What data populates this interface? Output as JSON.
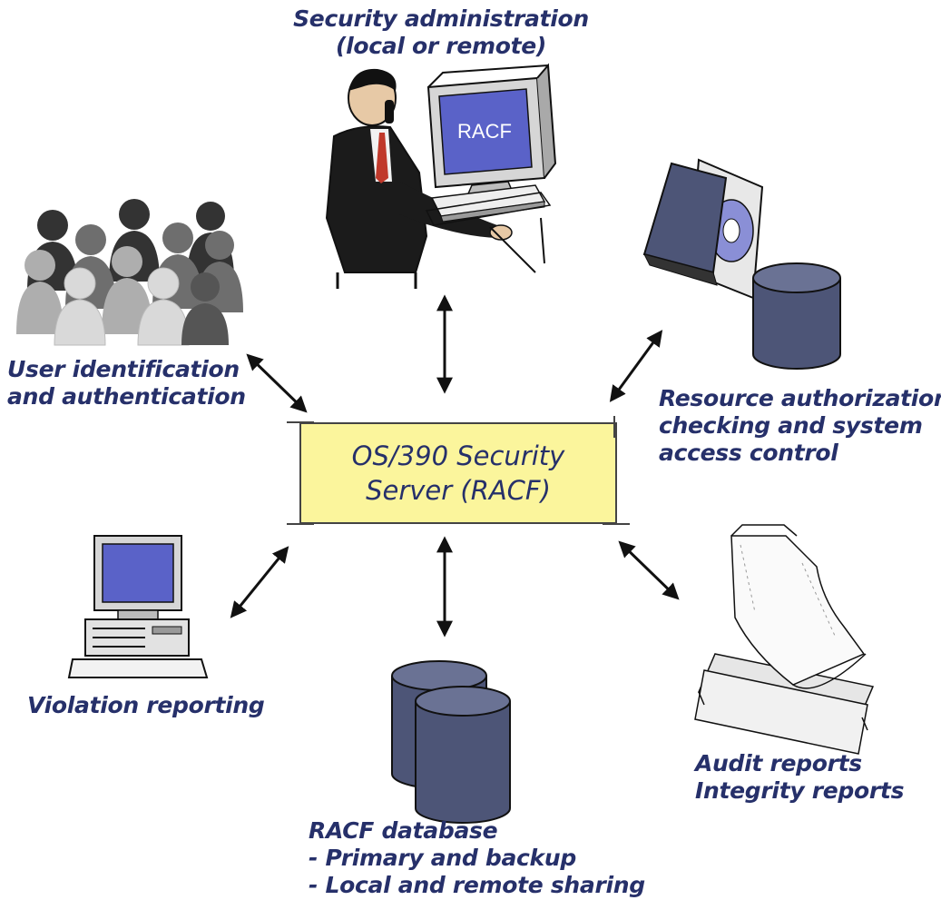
{
  "server": {
    "line1": "OS/390 Security",
    "line2": "Server (RACF)"
  },
  "admin": {
    "line1": "Security administration",
    "line2": "(local or remote)",
    "monitor_text": "RACF"
  },
  "users": {
    "line1": "User identification",
    "line2": "and authentication"
  },
  "resource": {
    "line1": "Resource authorization",
    "line2": "checking and system",
    "line3": "access control"
  },
  "violation": {
    "line1": "Violation reporting"
  },
  "database": {
    "line1": "RACF database",
    "line2": "- Primary and backup",
    "line3": "- Local and remote sharing"
  },
  "audit": {
    "line1": "Audit reports",
    "line2": "Integrity reports"
  },
  "colors": {
    "text": "#26306a",
    "box": "#fbf59c",
    "cylinder": "#4d5577",
    "screen": "#5a62c8"
  }
}
